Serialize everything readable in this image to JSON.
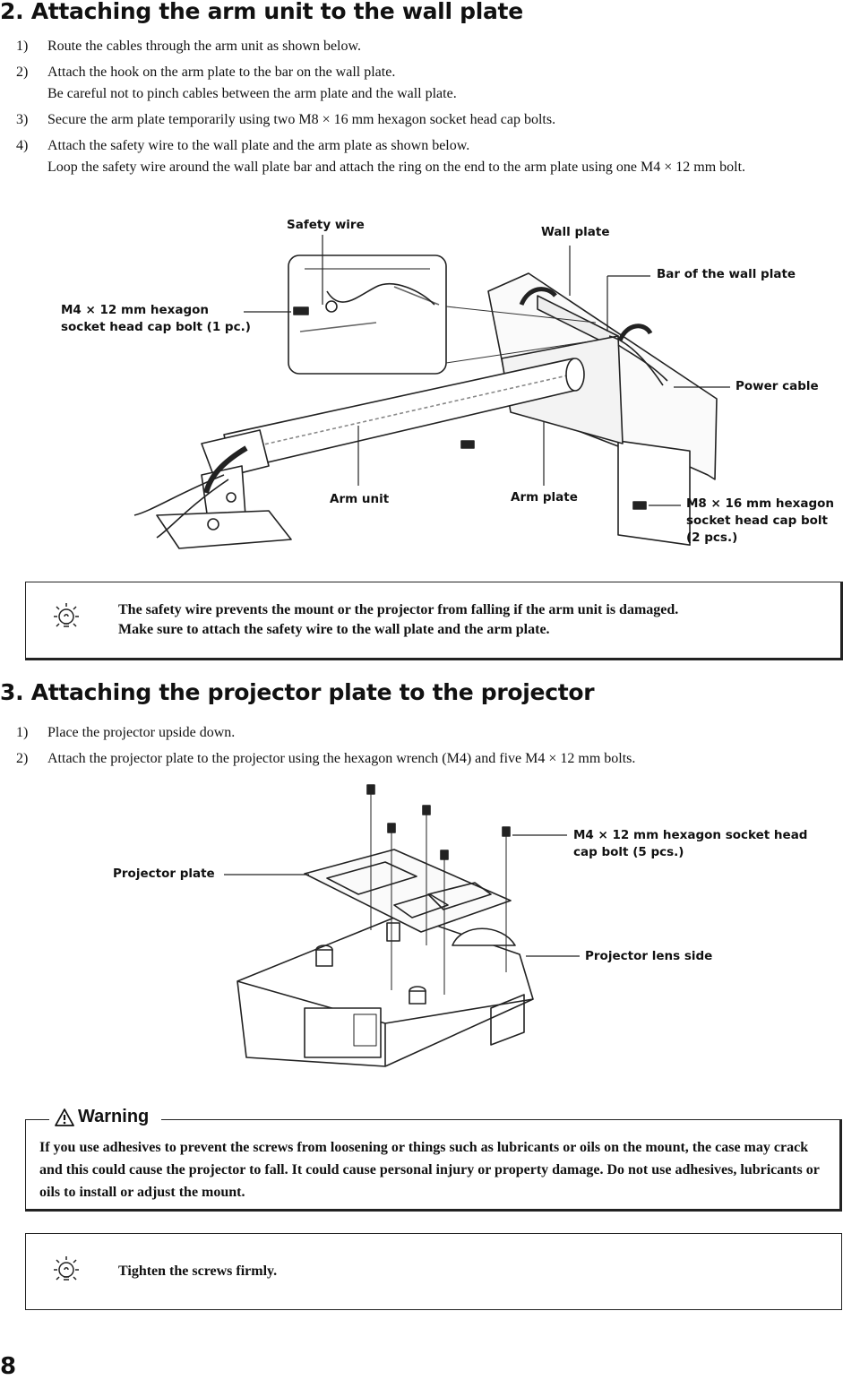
{
  "section2": {
    "title": "2.   Attaching the arm unit to the wall plate",
    "steps": [
      {
        "num": "1)",
        "lines": [
          "Route the cables through the arm unit as shown below."
        ]
      },
      {
        "num": "2)",
        "lines": [
          "Attach the hook on the arm plate to the bar on the wall plate.",
          "Be careful not to pinch cables between the arm plate and the wall plate."
        ]
      },
      {
        "num": "3)",
        "lines": [
          "Secure the arm plate temporarily using two M8 × 16 mm hexagon socket head cap bolts."
        ]
      },
      {
        "num": "4)",
        "lines": [
          "Attach the safety wire to the wall plate and the arm plate as shown below.",
          "Loop the safety wire around the wall plate bar and attach the ring on the end to the arm plate using one M4 × 12 mm bolt."
        ]
      }
    ],
    "figure_labels": {
      "safety_wire": "Safety wire",
      "wall_plate": "Wall plate",
      "bar_of_wall_plate": "Bar of the wall plate",
      "m4_bolt_line1": "M4 × 12 mm hexagon",
      "m4_bolt_line2": "socket head cap bolt (1 pc.)",
      "power_cable": "Power cable",
      "arm_unit": "Arm unit",
      "arm_plate": "Arm plate",
      "m8_bolt_line1": "M8 × 16 mm hexagon",
      "m8_bolt_line2": "socket head cap bolt",
      "m8_bolt_line3": "(2 pcs.)"
    },
    "tip": {
      "line1": "The safety wire prevents the mount or the projector from falling if the arm unit is damaged.",
      "line2": "Make sure to attach the safety wire to the wall plate and the arm plate."
    }
  },
  "section3": {
    "title": "3.   Attaching the projector plate to the projector",
    "steps": [
      {
        "num": "1)",
        "lines": [
          "Place the projector upside down."
        ]
      },
      {
        "num": "2)",
        "lines": [
          "Attach the projector plate to the projector using the hexagon wrench (M4) and five M4 × 12 mm bolts."
        ]
      }
    ],
    "figure_labels": {
      "m4_bolts_line1": "M4 × 12 mm hexagon socket head",
      "m4_bolts_line2": "cap bolt (5 pcs.)",
      "projector_plate": "Projector plate",
      "projector_lens_side": "Projector lens side"
    },
    "warning": {
      "title": "Warning",
      "text": "If you use adhesives to prevent the screws from loosening or things such as lubricants or oils on the mount, the case may crack and this could cause the projector to fall. It could cause personal injury or property damage. Do not use adhesives, lubricants or oils to install or adjust the mount."
    },
    "tip": {
      "line1": "Tighten the screws firmly."
    }
  },
  "page_number": "8"
}
